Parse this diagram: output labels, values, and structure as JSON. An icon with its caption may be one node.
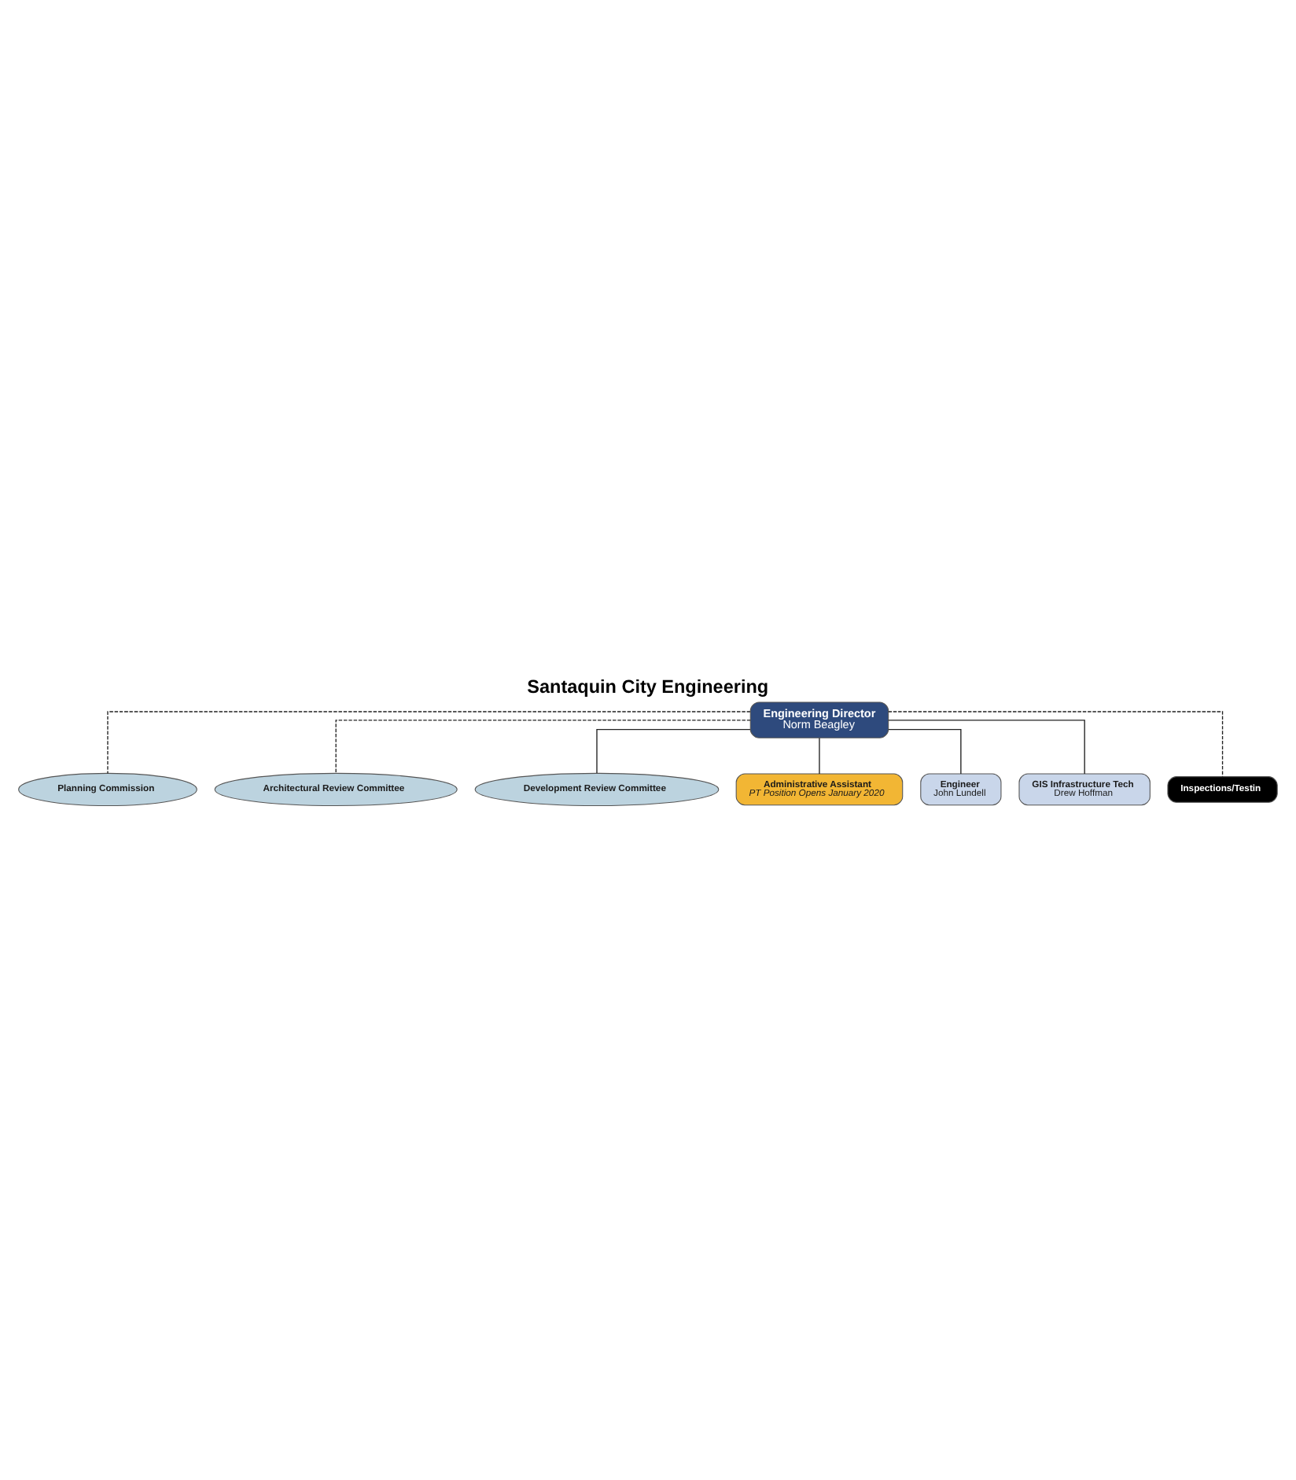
{
  "diagram": {
    "title": "Santaquin City Engineering",
    "nodes": [
      {
        "text": [
          "Engineering Director",
          "Norm Beagley"
        ]
      },
      {
        "text": [
          "Planning Commission"
        ]
      },
      {
        "text": [
          "Architectural Review Committee"
        ]
      },
      {
        "text": [
          "Development Review Committee"
        ]
      },
      {
        "text": [
          "Administrative Assistant",
          "PT Position Opens January 2020"
        ]
      },
      {
        "text": [
          "Engineer",
          "John Lundell"
        ]
      },
      {
        "text": [
          "GIS Infrastructure Tech",
          "Drew Hoffman"
        ]
      },
      {
        "text": [
          "Inspections/Testin"
        ]
      }
    ],
    "edges": [
      {
        "from": 0,
        "to": 1,
        "arrow": "none",
        "style": "dashed"
      },
      {
        "from": 0,
        "to": 2,
        "arrow": "none",
        "style": "dashed"
      },
      {
        "from": 0,
        "to": 3,
        "arrow": "none"
      },
      {
        "from": 0,
        "to": 4,
        "arrow": "none"
      },
      {
        "from": 0,
        "to": 5,
        "arrow": "none"
      },
      {
        "from": 0,
        "to": 6,
        "arrow": "none"
      },
      {
        "from": 0,
        "to": 7,
        "arrow": "none",
        "style": "dashed"
      }
    ]
  }
}
